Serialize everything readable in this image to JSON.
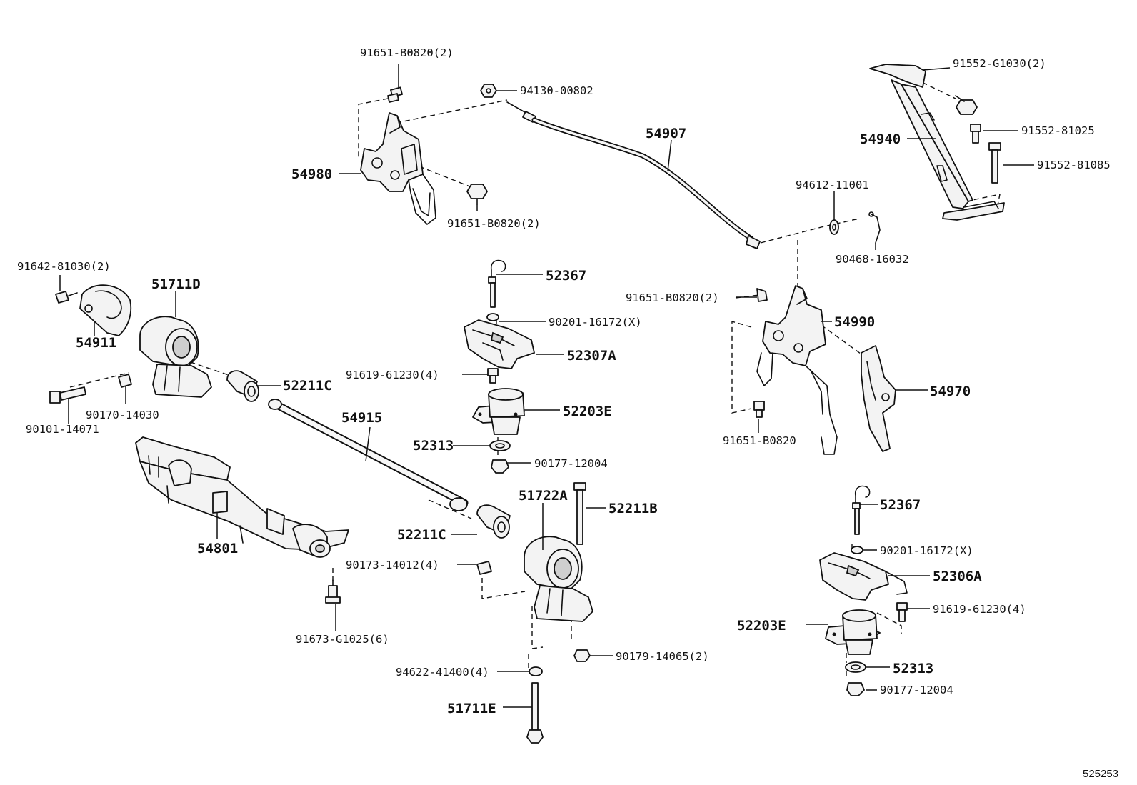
{
  "labels": {
    "l91651_top": "91651-B0820(2)",
    "l94130": "94130-00802",
    "l54907": "54907",
    "l91552_g1030": "91552-G1030(2)",
    "l91552_81025": "91552-81025",
    "l54940": "54940",
    "l91552_81085": "91552-81085",
    "l54980": "54980",
    "l91651_mid": "91651-B0820(2)",
    "l94612": "94612-11001",
    "l90468": "90468-16032",
    "l91642": "91642-81030(2)",
    "l51711d": "51711D",
    "l52367_top": "52367",
    "l91651_right": "91651-B0820(2)",
    "l54990": "54990",
    "l90201_top": "90201-16172(X)",
    "l54911": "54911",
    "l52307a": "52307A",
    "l91619_left": "91619-61230(4)",
    "l52211c_top": "52211C",
    "l54970": "54970",
    "l90170": "90170-14030",
    "l52203e_top": "52203E",
    "l90101": "90101-14071",
    "l54915": "54915",
    "l52313_top": "52313",
    "l91651_single": "91651-B0820",
    "l90177_top": "90177-12004",
    "l52367_bot": "52367",
    "l51722a": "51722A",
    "l52211b": "52211B",
    "l52211c_bot": "52211C",
    "l54801": "54801",
    "l90201_bot": "90201-16172(X)",
    "l90173": "90173-14012(4)",
    "l52306a": "52306A",
    "l91619_right": "91619-61230(4)",
    "l91673": "91673-G1025(6)",
    "l52203e_bot": "52203E",
    "l90179": "90179-14065(2)",
    "l94622": "94622-41400(4)",
    "l52313_bot": "52313",
    "l90177_bot": "90177-12004",
    "l51711e": "51711E",
    "figure_number": "525253"
  }
}
